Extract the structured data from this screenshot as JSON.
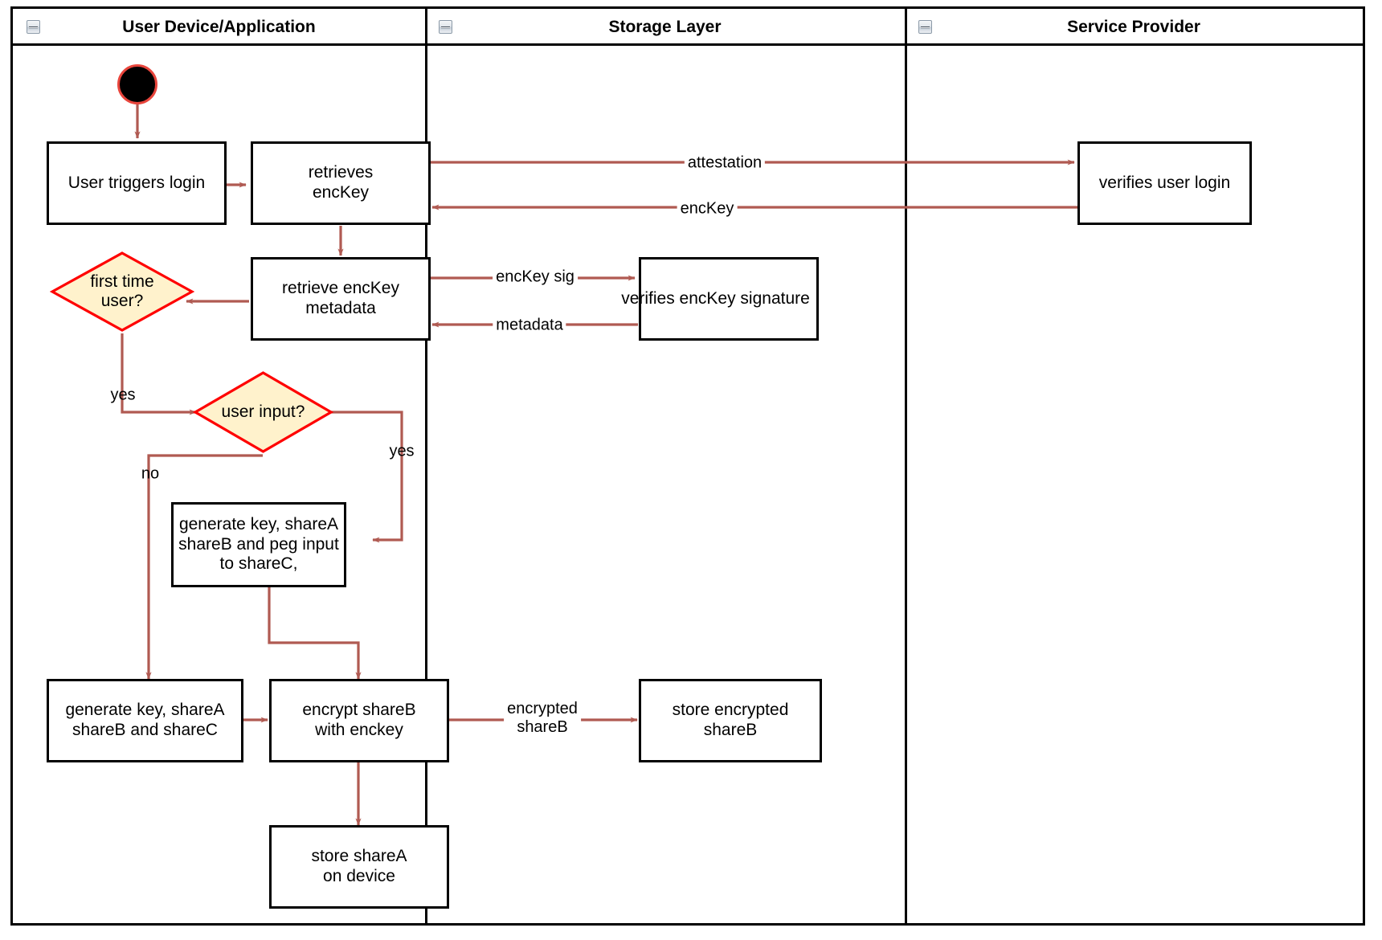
{
  "diagram": {
    "type": "uml-activity-swimlane",
    "title": "",
    "lanes": [
      {
        "id": "user-device",
        "label": "User Device/Application",
        "collapse_icon": "collapse-minus-icon"
      },
      {
        "id": "storage-layer",
        "label": "Storage Layer",
        "collapse_icon": "collapse-minus-icon"
      },
      {
        "id": "service-provider",
        "label": "Service Provider",
        "collapse_icon": "collapse-minus-icon"
      }
    ],
    "colors": {
      "node_border": "#000000",
      "node_fill": "#ffffff",
      "decision_fill": "#fff2cc",
      "decision_border": "#ff0000",
      "edge": "#b05a52",
      "start_fill": "#000000",
      "start_border": "#e8453c",
      "text": "#000000"
    },
    "nodes": [
      {
        "id": "start",
        "kind": "initial-node",
        "lane": "user-device",
        "label": ""
      },
      {
        "id": "user-triggers-login",
        "kind": "action",
        "lane": "user-device",
        "label": "User triggers login"
      },
      {
        "id": "retrieves-enckey",
        "kind": "action",
        "lane": "user-device",
        "label": "retrieves\nencKey",
        "lines": [
          "retrieves",
          "encKey"
        ]
      },
      {
        "id": "retrieve-enckey-metadata",
        "kind": "action",
        "lane": "user-device",
        "label": "retrieve encKey\nmetadata",
        "lines": [
          "retrieve encKey",
          "metadata"
        ]
      },
      {
        "id": "first-time-user",
        "kind": "decision",
        "lane": "user-device",
        "label": "first time\nuser?",
        "lines": [
          "first time",
          "user?"
        ]
      },
      {
        "id": "user-input",
        "kind": "decision",
        "lane": "user-device",
        "label": "user input?",
        "lines": [
          "user input?"
        ]
      },
      {
        "id": "generate-peg",
        "kind": "action",
        "lane": "user-device",
        "label": "generate key, shareA\nshareB and peg input\nto shareC,",
        "lines": [
          "generate key, shareA",
          "shareB and peg input",
          "to shareC,"
        ]
      },
      {
        "id": "generate-abc",
        "kind": "action",
        "lane": "user-device",
        "label": "generate key, shareA\nshareB and shareC",
        "lines": [
          "generate key, shareA",
          "shareB and shareC"
        ]
      },
      {
        "id": "encrypt-shareb",
        "kind": "action",
        "lane": "user-device",
        "label": "encrypt shareB\nwith enckey",
        "lines": [
          "encrypt shareB",
          "with enckey"
        ]
      },
      {
        "id": "store-sharea",
        "kind": "action",
        "lane": "user-device",
        "label": "store shareA\non device",
        "lines": [
          "store shareA",
          "on device"
        ]
      },
      {
        "id": "verifies-enckey-signature",
        "kind": "action",
        "lane": "storage-layer",
        "label": "verifies encKey signature",
        "lines": [
          "verifies encKey signature"
        ]
      },
      {
        "id": "store-encrypted-shareb",
        "kind": "action",
        "lane": "storage-layer",
        "label": "store encrypted\nshareB",
        "lines": [
          "store encrypted",
          "shareB"
        ]
      },
      {
        "id": "verifies-user-login",
        "kind": "action",
        "lane": "service-provider",
        "label": "verifies user login",
        "lines": [
          "verifies user login"
        ]
      }
    ],
    "edges": [
      {
        "from": "start",
        "to": "user-triggers-login",
        "label": ""
      },
      {
        "from": "user-triggers-login",
        "to": "retrieves-enckey",
        "label": ""
      },
      {
        "from": "retrieves-enckey",
        "to": "verifies-user-login",
        "label": "attestation"
      },
      {
        "from": "verifies-user-login",
        "to": "retrieves-enckey",
        "label": "encKey"
      },
      {
        "from": "retrieves-enckey",
        "to": "retrieve-enckey-metadata",
        "label": ""
      },
      {
        "from": "retrieve-enckey-metadata",
        "to": "verifies-enckey-signature",
        "label": "encKey sig"
      },
      {
        "from": "verifies-enckey-signature",
        "to": "retrieve-enckey-metadata",
        "label": "metadata"
      },
      {
        "from": "retrieve-enckey-metadata",
        "to": "first-time-user",
        "label": ""
      },
      {
        "from": "first-time-user",
        "to": "user-input",
        "label": "yes"
      },
      {
        "from": "user-input",
        "to": "generate-peg",
        "label": "yes"
      },
      {
        "from": "user-input",
        "to": "generate-abc",
        "label": "no"
      },
      {
        "from": "generate-peg",
        "to": "encrypt-shareb",
        "label": ""
      },
      {
        "from": "generate-abc",
        "to": "encrypt-shareb",
        "label": ""
      },
      {
        "from": "encrypt-shareb",
        "to": "store-encrypted-shareb",
        "label": "encrypted shareB",
        "label_lines": [
          "encrypted",
          "shareB"
        ]
      },
      {
        "from": "encrypt-shareb",
        "to": "store-sharea",
        "label": ""
      }
    ],
    "edge_labels": {
      "attestation": "attestation",
      "enckey": "encKey",
      "enckey_sig": "encKey sig",
      "metadata": "metadata",
      "yes_first_time": "yes",
      "yes_user_input": "yes",
      "no_user_input": "no",
      "encrypted_line1": "encrypted",
      "encrypted_line2": "shareB"
    }
  }
}
